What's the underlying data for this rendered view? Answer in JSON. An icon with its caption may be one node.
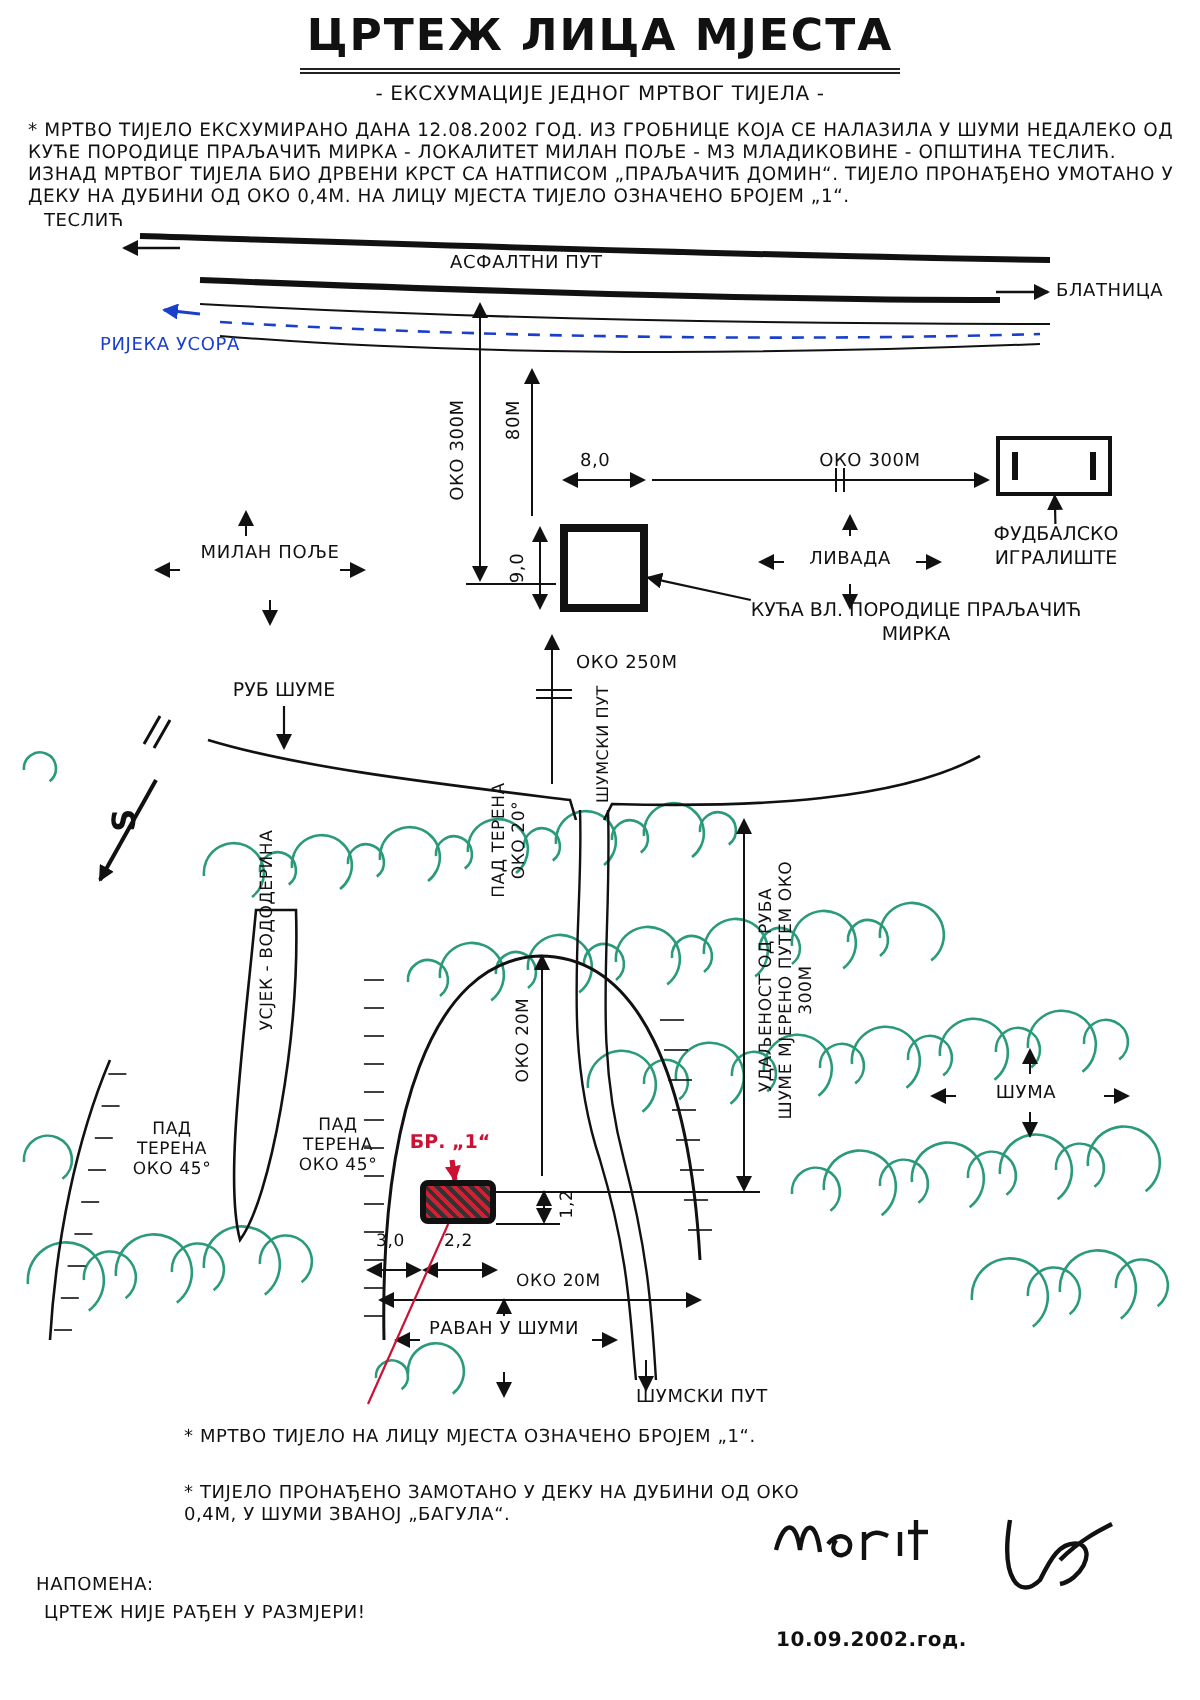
{
  "diagram": {
    "title": "ЦРТЕЖ ЛИЦА МЈЕСТА",
    "nodes": [
      {
        "text": [],
        "shape": "box"
      },
      {
        "text": [
          "КУЋА ВЛ. ПОРОДИЦЕ ПРАЉАЧИЋ МИРКА"
        ]
      },
      {
        "text": [],
        "shape": "box"
      },
      {
        "text": [
          "ФУДБАЛСКО ИГРАЛИШТЕ"
        ]
      },
      {
        "text": [],
        "shape": "box"
      },
      {
        "text": [
          "БР. „1“"
        ]
      },
      {
        "text": [
          "РУБ ШУМЕ"
        ]
      }
    ],
    "edges": [
      {
        "from": 1,
        "to": 0,
        "arrow": "to"
      },
      {
        "from": 3,
        "to": 2,
        "arrow": "to"
      },
      {
        "from": 5,
        "to": 4,
        "arrow": "to",
        "style": "thick",
        "color": "#cc1133"
      },
      {
        "from": 4,
        "to": null,
        "arrow": "none",
        "color": "#cc1133"
      },
      {
        "from": 6,
        "to": null,
        "arrow": "to"
      }
    ],
    "labels": [
      "- ЕКСХУМАЦИЈЕ ЈЕДНОГ МРТВОГ ТИЈЕЛА -",
      "* МРТВО ТИЈЕЛО ЕКСХУМИРАНО ДАНА 12.08.2002 ГОД. ИЗ ГРОБНИЦЕ КОЈА СЕ НАЛАЗИЛА У ШУМИ НЕДАЛЕКО ОД КУЋЕ ПОРОДИЦЕ ПРАЉАЧИЋ МИРКА - ЛОКАЛИТЕТ МИЛАН ПОЉЕ - МЗ МЛАДИКОВИНЕ - ОПШТИНА ТЕСЛИЋ. ИЗНАД МРТВОГ ТИЈЕЛА БИО ДРВЕНИ КРСТ СА НАТПИСОМ „ПРАЉАЧИЋ ДОМИН“. ТИЈЕЛО ПРОНАЂЕНО УМОТАНО У ДЕКУ НА ДУБИНИ ОД ОКО 0,4М. НА ЛИЦУ МЈЕСТА ТИЈЕЛО ОЗНАЧЕНО БРОЈЕМ „1“.",
      "ТЕСЛИЋ",
      "АСФАЛТНИ ПУТ",
      "БЛАТНИЦА",
      "РИЈЕКА УСОРА",
      "ОКО 300М",
      "80М",
      "8,0",
      "ОКО 300М",
      "9,0",
      "МИЛАН ПОЉЕ",
      "ЛИВАДА",
      "ОКО 250М",
      "S",
      "ШУМСКИ ПУТ",
      "ПАД ТЕРЕНА ОКО 20°",
      "УСЈЕК - ВОДОДЕРИНА",
      "УДАЉЕНОСТ ОД РУБА ШУМЕ МЈЕРЕНО ПУТЕМ ОКО 300М",
      "ОКО 20М",
      "ШУМА",
      "ПАД ТЕРЕНА ОКО 45°",
      "ПАД ТЕРЕНА ОКО 45°",
      "1,2",
      "3,0",
      "2,2",
      "ОКО 20М",
      "РАВАН У ШУМИ",
      "ШУМСКИ ПУТ",
      "* МРТВО ТИЈЕЛО НА ЛИЦУ МЈЕСТА ОЗНАЧЕНО БРОЈЕМ „1“.",
      "* ТИЈЕЛО ПРОНАЂЕНО ЗАМОТАНО У ДЕКУ НА ДУБИНИ ОД ОКО 0,4М, У ШУМИ ЗВАНОЈ „БАГУЛА“.",
      "НАПОМЕНА:",
      "ЦРТЕЖ НИЈЕ РАЂЕН У РАЗМЈЕРИ!",
      "10.09.2002.год."
    ]
  }
}
